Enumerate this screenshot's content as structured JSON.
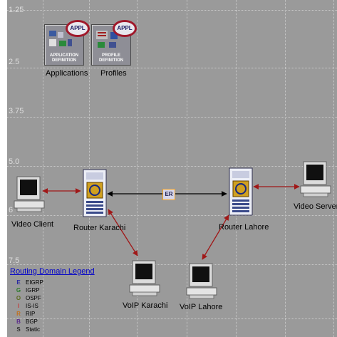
{
  "canvas": {
    "ruler_labels": [
      "1.25",
      "2.5",
      "3.75",
      "5.0",
      "6",
      "7.5"
    ]
  },
  "config_objects": [
    {
      "id": "applications",
      "badge": "APPL",
      "box_title": "APPLICATION DEFINITION",
      "label": "Applications"
    },
    {
      "id": "profiles",
      "badge": "APPL",
      "box_title": "PROFILE DEFINITION",
      "label": "Profiles"
    }
  ],
  "nodes": {
    "video_client": "Video Client",
    "router_karachi": "Router Karachi",
    "router_lahore": "Router Lahore",
    "video_server": "Video Server",
    "voip_karachi": "VoIP Karachi",
    "voip_lahore": "VoIP Lahore"
  },
  "link_badge": "ER",
  "legend": {
    "title": "Routing Domain Legend",
    "items": [
      {
        "code": "E",
        "name": "EIGRP",
        "color": "#2a2aa0"
      },
      {
        "code": "G",
        "name": "IGRP",
        "color": "#2a7a2a"
      },
      {
        "code": "O",
        "name": "OSPF",
        "color": "#5a6a20"
      },
      {
        "code": "I",
        "name": "IS-IS",
        "color": "#c04040"
      },
      {
        "code": "R",
        "name": "RIP",
        "color": "#c07020"
      },
      {
        "code": "B",
        "name": "BGP",
        "color": "#5a2a8a"
      },
      {
        "code": "S",
        "name": "Static",
        "color": "#303030"
      }
    ]
  },
  "colors": {
    "workspace": "#9a9a9a",
    "link_red": "#a01818",
    "link_black": "#000000",
    "badge_ring": "#a0182a"
  }
}
